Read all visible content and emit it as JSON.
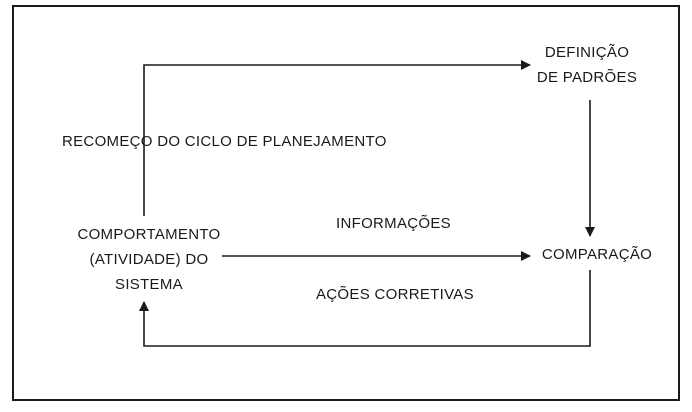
{
  "diagram": {
    "nodes": {
      "definicao": {
        "lines": [
          "DEFINIÇÃO",
          "DE PADRÕES"
        ]
      },
      "comparacao": {
        "lines": [
          "COMPARAÇÃO"
        ]
      },
      "comportamento": {
        "lines": [
          "COMPORTAMENTO",
          "(ATIVIDADE) DO",
          "SISTEMA"
        ]
      }
    },
    "edge_labels": {
      "recomeco": "RECOMEÇO DO CICLO DE PLANEJAMENTO",
      "informacoes": "INFORMAÇÕES",
      "acoes": "AÇÕES CORRETIVAS"
    },
    "edges": [
      {
        "from": "comportamento",
        "to": "definicao",
        "label": "recomeco"
      },
      {
        "from": "definicao",
        "to": "comparacao"
      },
      {
        "from": "comportamento",
        "to": "comparacao",
        "label": "informacoes"
      },
      {
        "from": "comparacao",
        "to": "comportamento",
        "label": "acoes"
      }
    ],
    "colors": {
      "stroke": "#1a1a1a",
      "background": "#ffffff"
    }
  }
}
